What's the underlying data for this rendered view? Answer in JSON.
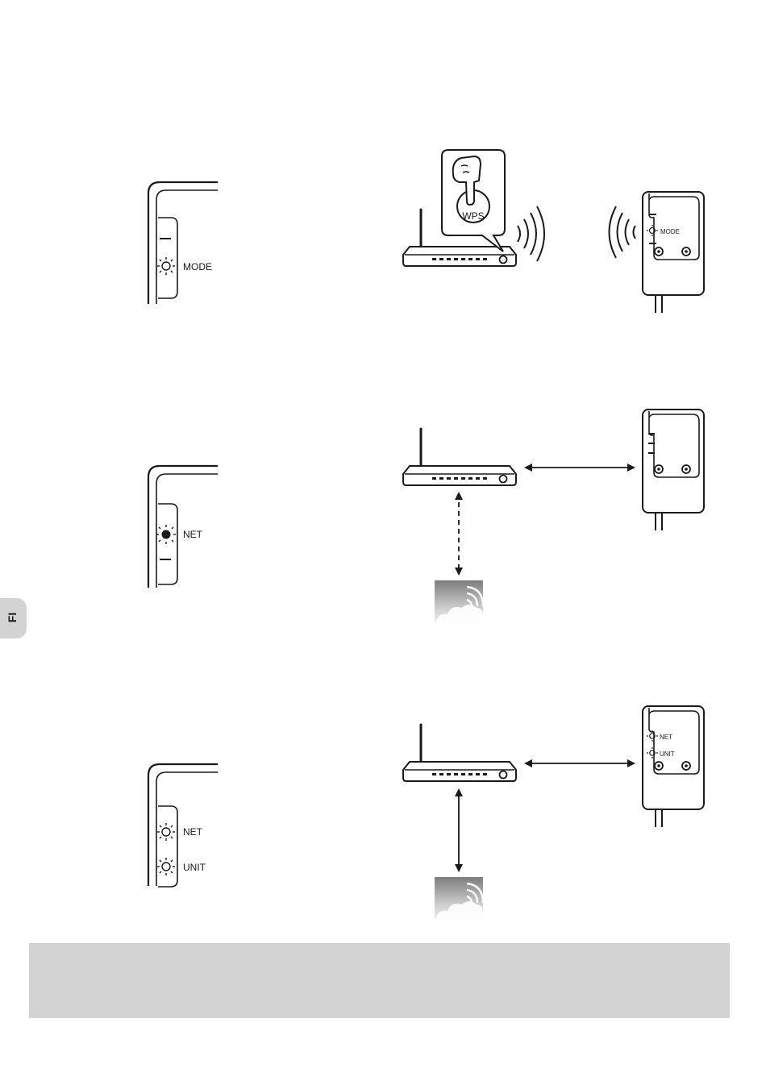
{
  "language_tab": "FI",
  "step1": {
    "panel_label": "MODE",
    "router_button_label": "WPS",
    "device_label": "MODE"
  },
  "step2": {
    "panel_label": "NET"
  },
  "step3": {
    "panel_label_net": "NET",
    "panel_label_unit": "UNIT",
    "device_label_net": "NET",
    "device_label_unit": "UNIT"
  },
  "colors": {
    "line": "#1a1a1a",
    "note_background": "#d3d3d3",
    "cloud_tile": "#7d7d7d"
  }
}
